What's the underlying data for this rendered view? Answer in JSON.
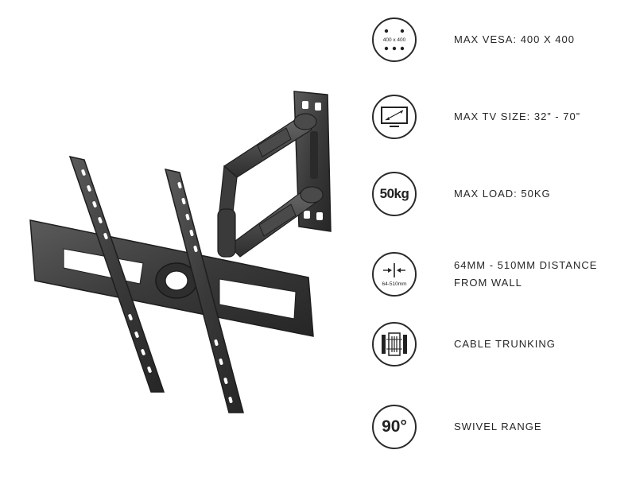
{
  "features": [
    {
      "icon": "vesa-pattern-icon",
      "icon_text": "400 x 400",
      "label": "MAX VESA: 400 X 400"
    },
    {
      "icon": "tv-screen-icon",
      "label": "MAX TV SIZE: 32” - 70”"
    },
    {
      "icon": "load-weight-icon",
      "icon_text": "50kg",
      "label": "MAX LOAD: 50KG"
    },
    {
      "icon": "wall-distance-icon",
      "icon_text": "64-510mm",
      "label_line1": "64MM - 510MM DISTANCE",
      "label_line2": "FROM WALL"
    },
    {
      "icon": "cable-trunking-icon",
      "label": "CABLE TRUNKING"
    },
    {
      "icon": "swivel-range-icon",
      "icon_text": "90°",
      "label": "SWIVEL RANGE"
    }
  ],
  "colors": {
    "bracket": "#3a3a3a",
    "bracket_dark": "#222222",
    "bracket_light": "#5a5a5a",
    "icon_stroke": "#2a2a2a",
    "text": "#262626"
  }
}
